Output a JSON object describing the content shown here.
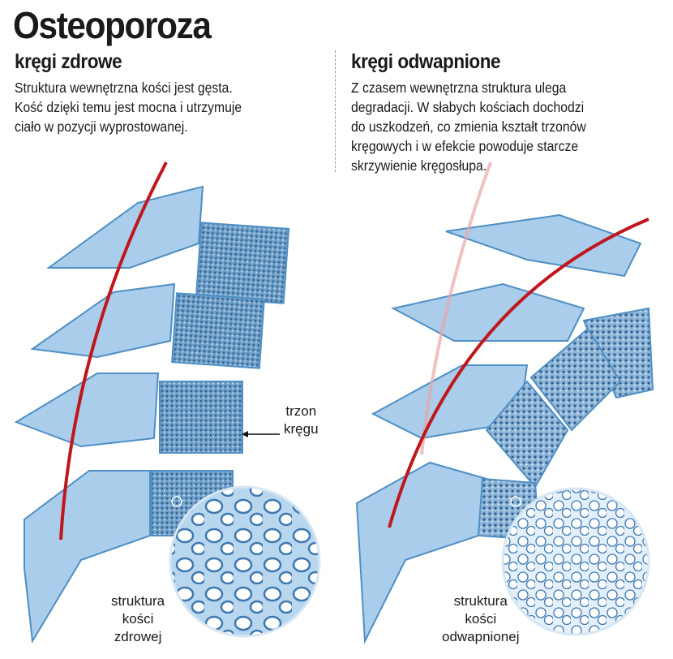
{
  "title": "Osteoporoza",
  "healthy": {
    "heading": "kręgi zdrowe",
    "lines": [
      "Struktura wewnętrzna kości jest gęsta.",
      "Kość dzięki temu jest mocna i utrzymuje",
      "ciało w pozycji wyprostowanej."
    ],
    "body_label": [
      "trzon",
      "kręgu"
    ],
    "structure_label": [
      "struktura",
      "kości",
      "zdrowej"
    ]
  },
  "osteoporotic": {
    "heading": "kręgi odwapnione",
    "lines": [
      "Z czasem wewnętrzna struktura ulega",
      "degradacji. W słabych kościach dochodzi",
      "do uszkodzeń, co zmienia kształt trzonów",
      "kręgowych i w efekcie powoduje starcze",
      "skrzywienie kręgosłupa."
    ],
    "structure_label": [
      "struktura",
      "kości",
      "odwapnionej"
    ]
  },
  "colors": {
    "bone": "#a9cdea",
    "bone_dark": "#4f8fc4",
    "spine_line": "#c0171d",
    "text": "#1a1a1a"
  }
}
